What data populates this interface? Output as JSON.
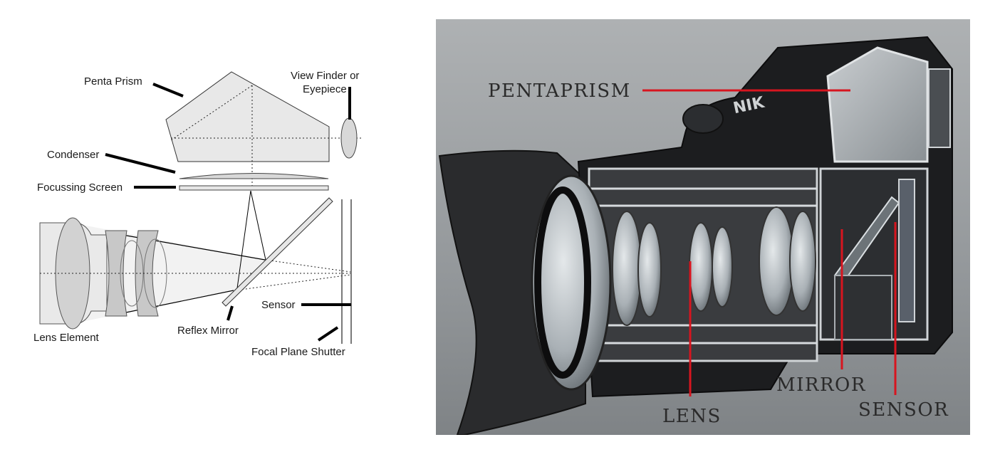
{
  "diagram": {
    "labels": {
      "penta_prism": "Penta Prism",
      "view_finder_line1": "View Finder or",
      "view_finder_line2": "Eyepiece",
      "condenser": "Condenser",
      "focussing_screen": "Focussing Screen",
      "lens_element": "Lens Element",
      "reflex_mirror": "Reflex Mirror",
      "sensor": "Sensor",
      "focal_plane_shutter": "Focal Plane Shutter"
    }
  },
  "photo": {
    "labels": {
      "pentaprism": "PENTAPRISM",
      "lens": "LENS",
      "mirror": "MIRROR",
      "sensor": "SENSOR"
    },
    "brand_fragment": "NIK",
    "pointer_color": "#d7151f",
    "background_color": "#8f9396"
  }
}
